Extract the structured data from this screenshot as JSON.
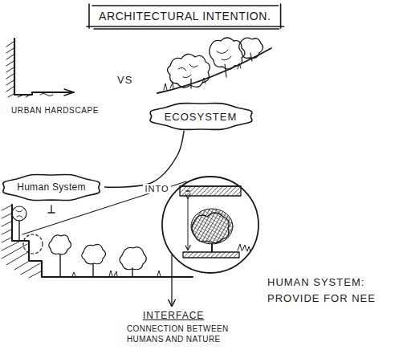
{
  "diagram": {
    "title": "ARCHITECTURAL INTENTION.",
    "nodes": [
      {
        "text": [
          "ECOSYSTEM"
        ]
      },
      {
        "text": [
          "Human System"
        ]
      }
    ],
    "edges": [
      {
        "from": 0,
        "to": 1,
        "label": "INTO",
        "arrow": "none"
      }
    ],
    "labels": [
      "URBAN HARDSCAPE",
      "VS",
      "HUMAN SYSTEM: PROVIDE FOR NEE",
      "INTERFACE",
      "CONNECTION BETWEEN HUMANS AND NATURE"
    ]
  }
}
